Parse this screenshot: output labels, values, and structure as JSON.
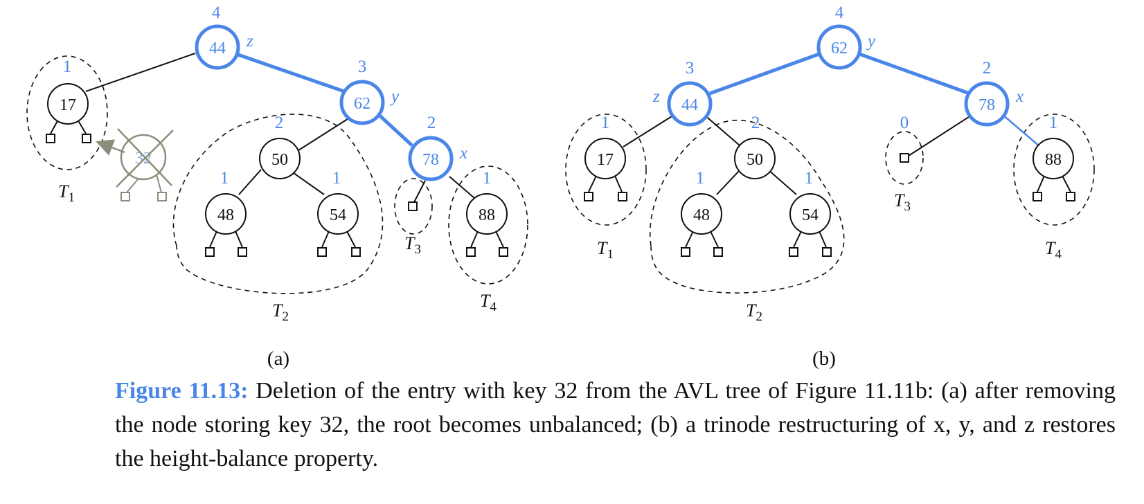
{
  "panels": [
    {
      "id": "a",
      "label": "(a)",
      "nodes": [
        {
          "key": "44",
          "height": "4",
          "role": "z",
          "highlight": true
        },
        {
          "key": "17",
          "height": "1",
          "role": "",
          "highlight": false
        },
        {
          "key": "62",
          "height": "3",
          "role": "y",
          "highlight": true
        },
        {
          "key": "50",
          "height": "2",
          "role": "",
          "highlight": false
        },
        {
          "key": "48",
          "height": "1",
          "role": "",
          "highlight": false
        },
        {
          "key": "54",
          "height": "1",
          "role": "",
          "highlight": false
        },
        {
          "key": "78",
          "height": "2",
          "role": "x",
          "highlight": true
        },
        {
          "key": "88",
          "height": "1",
          "role": "",
          "highlight": false
        }
      ],
      "removed_node": {
        "key": "32"
      },
      "subtrees": [
        "T1",
        "T2",
        "T3",
        "T4"
      ]
    },
    {
      "id": "b",
      "label": "(b)",
      "nodes": [
        {
          "key": "62",
          "height": "4",
          "role": "y",
          "highlight": true
        },
        {
          "key": "44",
          "height": "3",
          "role": "z",
          "highlight": true
        },
        {
          "key": "78",
          "height": "2",
          "role": "x",
          "highlight": true
        },
        {
          "key": "17",
          "height": "1",
          "role": "",
          "highlight": false
        },
        {
          "key": "50",
          "height": "2",
          "role": "",
          "highlight": false
        },
        {
          "key": "48",
          "height": "1",
          "role": "",
          "highlight": false
        },
        {
          "key": "54",
          "height": "1",
          "role": "",
          "highlight": false
        },
        {
          "key": "88",
          "height": "1",
          "role": "",
          "highlight": false
        }
      ],
      "empty_leaf_height": "0",
      "subtrees": [
        "T1",
        "T2",
        "T3",
        "T4"
      ]
    }
  ],
  "caption": {
    "figure_label": "Figure 11.13:",
    "text": "Deletion of the entry with key 32 from the AVL tree of Figure 11.11b: (a) after removing the node storing key 32, the root becomes unbalanced; (b) a trinode restructuring of x, y, and z restores the height-balance property."
  },
  "colors": {
    "highlight": "#4a86e8",
    "removed": "#8c8c7a",
    "ink": "#111111"
  }
}
